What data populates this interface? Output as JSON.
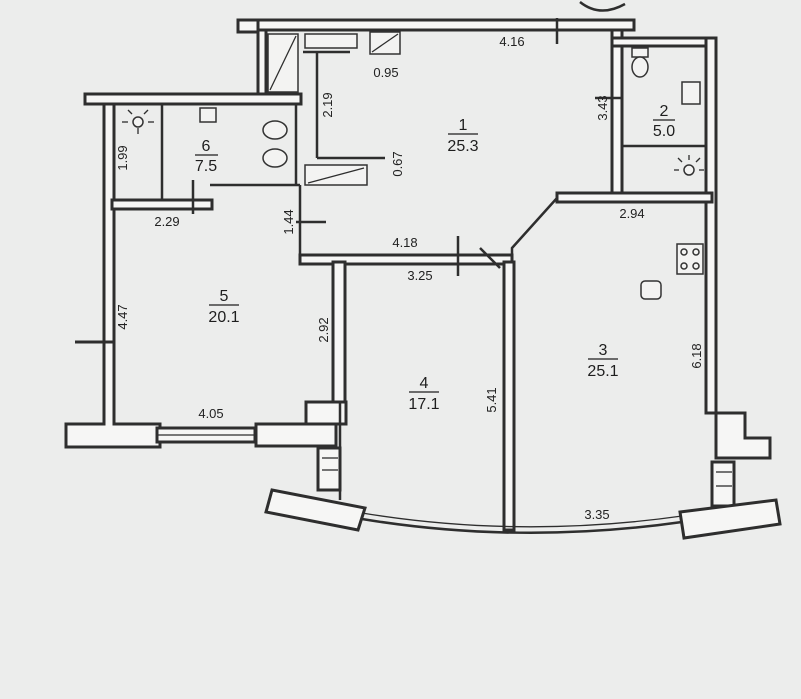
{
  "rooms": [
    {
      "id": "1",
      "area": "25.3"
    },
    {
      "id": "2",
      "area": "5.0"
    },
    {
      "id": "3",
      "area": "25.1"
    },
    {
      "id": "4",
      "area": "17.1"
    },
    {
      "id": "5",
      "area": "20.1"
    },
    {
      "id": "6",
      "area": "7.5"
    }
  ],
  "dimensions": {
    "top_wall": "4.16",
    "closet_width": "0.95",
    "hall_left": "2.19",
    "partition_short": "0.67",
    "bath_height": "1.99",
    "wc_width": "3.43",
    "corridor_jog": "1.44",
    "room6_width": "2.29",
    "hall_bottom": "4.18",
    "room3_top": "2.94",
    "room4_top": "3.25",
    "room5_left": "4.47",
    "room5_right": "2.92",
    "room4_right": "5.41",
    "room3_right": "6.18",
    "room5_bottom": "4.05",
    "room3_bottom": "3.35"
  },
  "fixtures": [
    "toilet-icon",
    "sink-icon",
    "shower-lamp-icon",
    "stove-icon",
    "kitchen-sink-icon",
    "window-icon"
  ]
}
